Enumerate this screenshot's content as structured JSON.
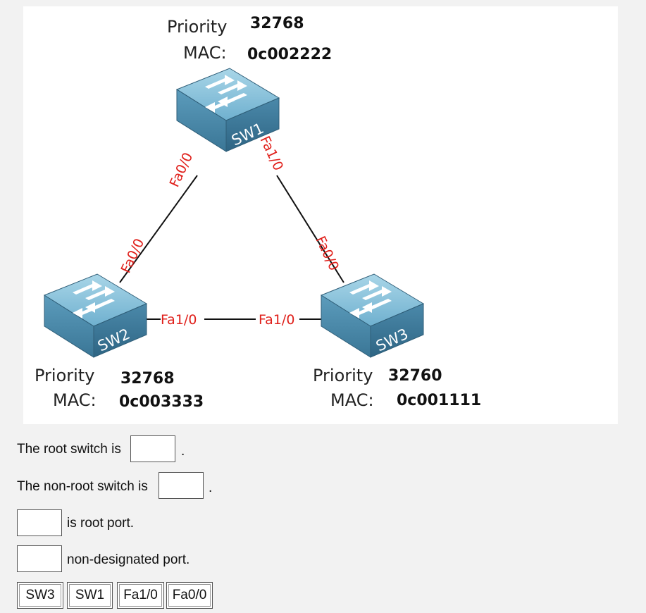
{
  "diagram": {
    "sw1": {
      "name": "SW1",
      "priority_label": "Priority",
      "priority": "32768",
      "mac_label": "MAC:",
      "mac": "0c002222"
    },
    "sw2": {
      "name": "SW2",
      "priority_label": "Priority",
      "priority": "32768",
      "mac_label": "MAC:",
      "mac": "0c003333"
    },
    "sw3": {
      "name": "SW3",
      "priority_label": "Priority",
      "priority": "32760",
      "mac_label": "MAC:",
      "mac": "0c001111"
    },
    "ports": {
      "sw1_to_sw2": "Fa0/0",
      "sw2_to_sw1": "Fa0/0",
      "sw1_to_sw3": "Fa1/0",
      "sw3_to_sw1": "Fa0/0",
      "sw2_to_sw3": "Fa1/0",
      "sw3_to_sw2": "Fa1/0"
    },
    "colors": {
      "port_label": "#e0201b",
      "switch_top": "#8ec6dc",
      "switch_side": "#4d8fb0"
    }
  },
  "questions": {
    "q1_text": "The root switch is",
    "q1_end": ".",
    "q2_text": "The non-root switch is",
    "q2_end": ".",
    "q3_text": "is root port.",
    "q4_text": "non-designated port."
  },
  "options": [
    "SW3",
    "SW1",
    "Fa1/0",
    "Fa0/0"
  ]
}
